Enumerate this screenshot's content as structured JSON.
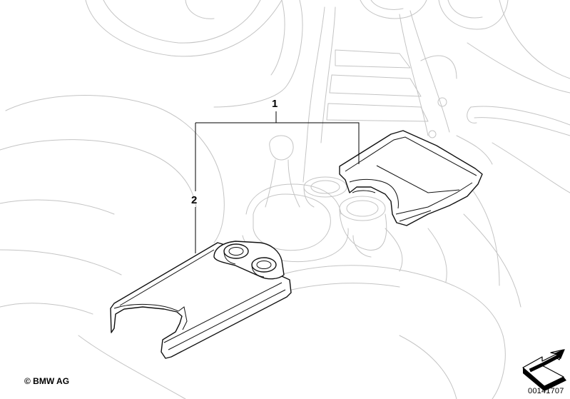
{
  "callouts": [
    {
      "id": "1",
      "label": "1"
    },
    {
      "id": "2",
      "label": "2"
    }
  ],
  "footer": {
    "copyright": "© BMW AG",
    "doc_number": "00141707"
  },
  "icons": [
    "nav-arrow-icon"
  ]
}
